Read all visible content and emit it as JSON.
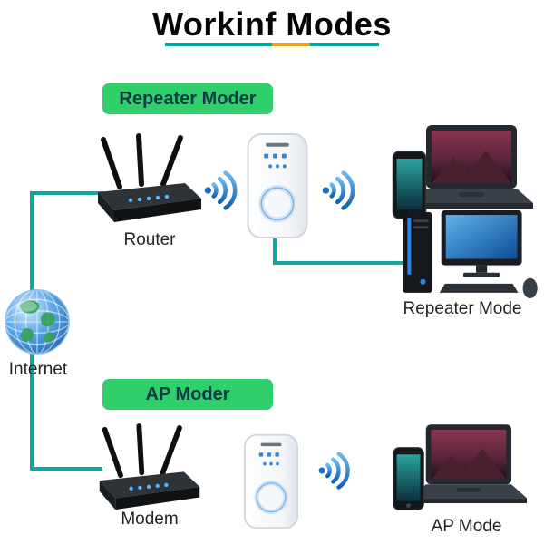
{
  "title": "Workinf Modes",
  "internet": {
    "label": "Internet"
  },
  "sections": [
    {
      "id": "repeater",
      "badge": "Repeater Moder",
      "device_label": "Router",
      "mode_label": "Repeater Mode"
    },
    {
      "id": "ap",
      "badge": "AP Moder",
      "device_label": "Modem",
      "mode_label": "AP Mode"
    }
  ],
  "icons": [
    "router-icon",
    "modem-icon",
    "wifi-signal-icon",
    "repeater-device-icon",
    "laptop-icon",
    "smartphone-icon",
    "desktop-computer-icon",
    "internet-globe-icon"
  ],
  "colors": {
    "badge_bg": "#2fd06c",
    "badge_text": "#0e3a47",
    "line_teal": "#11a8a2",
    "accent_teal": "#00a79d",
    "accent_gold": "#eaa221",
    "wifi_blue": "#2e86de",
    "title_color": "#050505",
    "label_color": "#1f2326"
  }
}
